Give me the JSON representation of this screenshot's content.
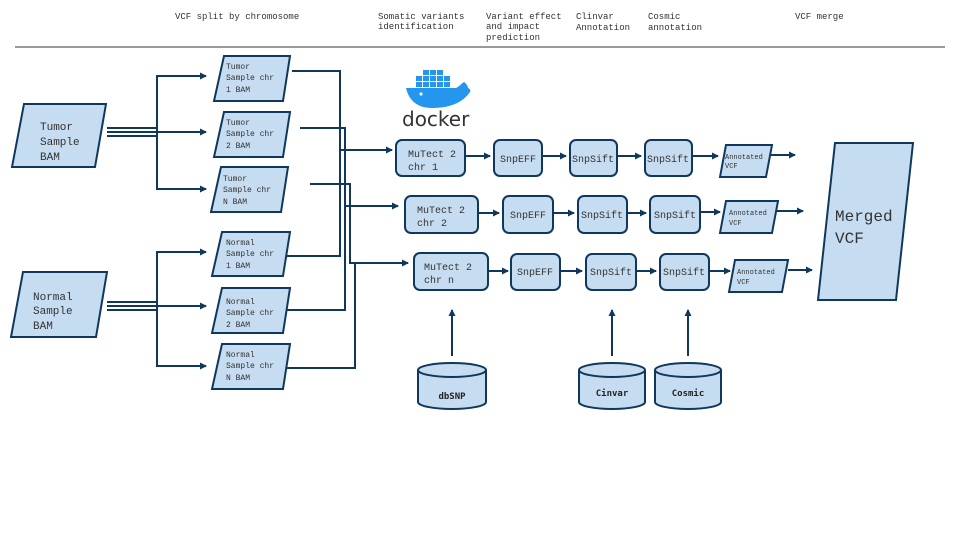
{
  "headers": {
    "split": "VCF split by chromosome",
    "somatic": [
      "Somatic variants",
      "identification"
    ],
    "effect": [
      "Variant effect",
      "and impact",
      "prediction"
    ],
    "clinvar": [
      "Clinvar",
      "Annotation"
    ],
    "cosmic": [
      "Cosmic",
      "annotation"
    ],
    "merge": "VCF merge"
  },
  "inputs": {
    "tumor": [
      "Tumor",
      "Sample",
      "BAM"
    ],
    "normal": [
      "Normal",
      "Sample",
      "BAM"
    ]
  },
  "chromosome_bams": [
    [
      "Tumor",
      "Sample chr",
      "1 BAM"
    ],
    [
      "Tumor",
      "Sample chr",
      "2 BAM"
    ],
    [
      "Tumor",
      "Sample chr",
      "N BAM"
    ],
    [
      "Normal",
      "Sample chr",
      "1 BAM"
    ],
    [
      "Normal",
      "Sample chr",
      "2 BAM"
    ],
    [
      "Normal",
      "Sample chr",
      "N BAM"
    ]
  ],
  "docker": {
    "wordmark": "docker",
    "whale_color": "#2496ed",
    "text_color": "#3a3f45"
  },
  "pipelines": [
    {
      "mutect": [
        "MuTect 2",
        "chr 1"
      ],
      "snpeff": "SnpEFF",
      "snpsift1": "SnpSift",
      "snpsift2": "SnpSift",
      "annotated": [
        "Annotated",
        "VCF"
      ]
    },
    {
      "mutect": [
        "MuTect 2",
        "chr 2"
      ],
      "snpeff": "SnpEFF",
      "snpsift1": "SnpSift",
      "snpsift2": "SnpSift",
      "annotated": [
        "Annotated",
        "VCF"
      ]
    },
    {
      "mutect": [
        "MuTect 2",
        "chr n"
      ],
      "snpeff": "SnpEFF",
      "snpsift1": "SnpSift",
      "snpsift2": "SnpSift",
      "annotated": [
        "Annotated",
        "VCF"
      ]
    }
  ],
  "databases": {
    "dbsnp": "dbSNP",
    "clinvar": "Cinvar",
    "cosmic": "Cosmic"
  },
  "merged": [
    "Merged",
    "VCF"
  ],
  "colors": {
    "fill": "#c6dcf0",
    "stroke": "#10385c",
    "text": "#333333"
  }
}
